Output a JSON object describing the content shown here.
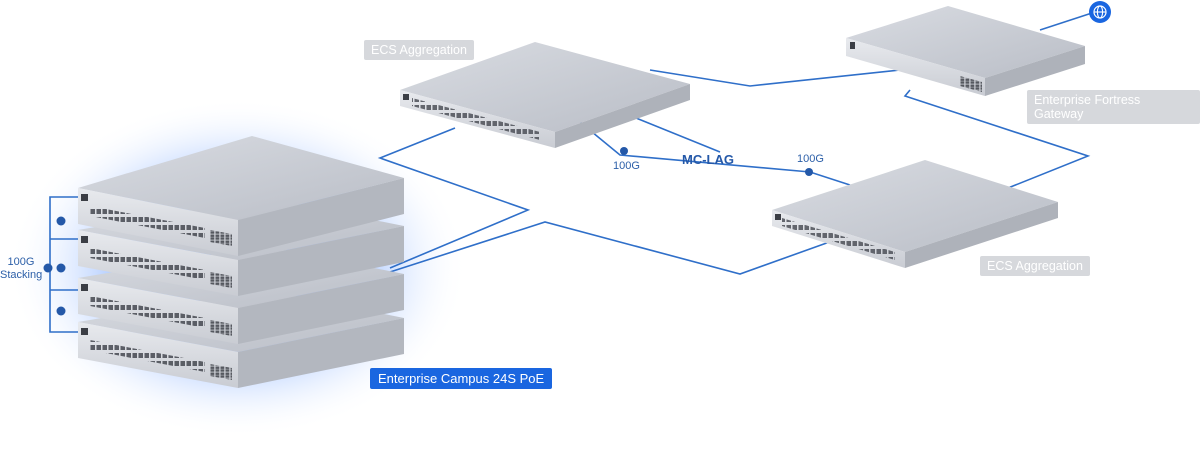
{
  "nodes": {
    "ecs_aggregation_top": "ECS Aggregation",
    "ecs_aggregation_right": "ECS Aggregation",
    "fortress_gateway": "Enterprise Fortress Gateway",
    "campus_stack": "Enterprise Campus 24S PoE"
  },
  "links": {
    "mclag_label": "MC-LAG",
    "mclag_speed_left": "100G",
    "mclag_speed_right": "100G",
    "stacking_label_line1": "100G",
    "stacking_label_line2": "Stacking"
  },
  "icons": {
    "internet": "globe-icon",
    "link_connector": "link-icon"
  },
  "colors": {
    "link_line": "#2f6fc9",
    "accent_blue": "#1a66e0",
    "tag_grey": "#d6d8dc",
    "glow": "#6fa3ff"
  }
}
